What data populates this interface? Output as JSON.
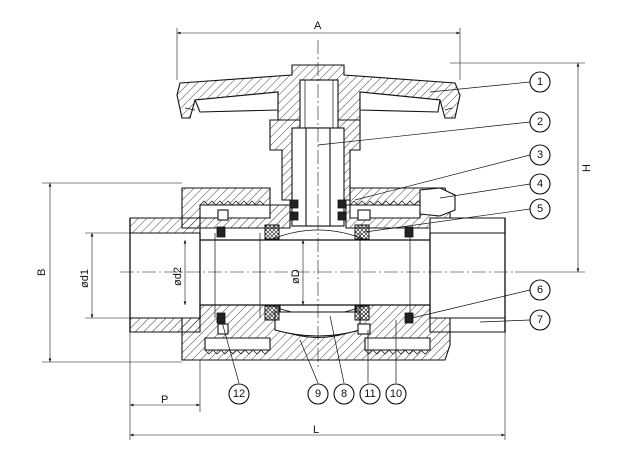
{
  "dimensions": {
    "A": "A",
    "H": "H",
    "B": "B",
    "d1": "ød1",
    "d2": "ød2",
    "D": "øD",
    "P": "P",
    "L": "L"
  },
  "callouts": [
    "1",
    "2",
    "3",
    "4",
    "5",
    "6",
    "7",
    "8",
    "9",
    "10",
    "11",
    "12"
  ],
  "colors": {
    "line": "#111111",
    "background": "#ffffff"
  }
}
